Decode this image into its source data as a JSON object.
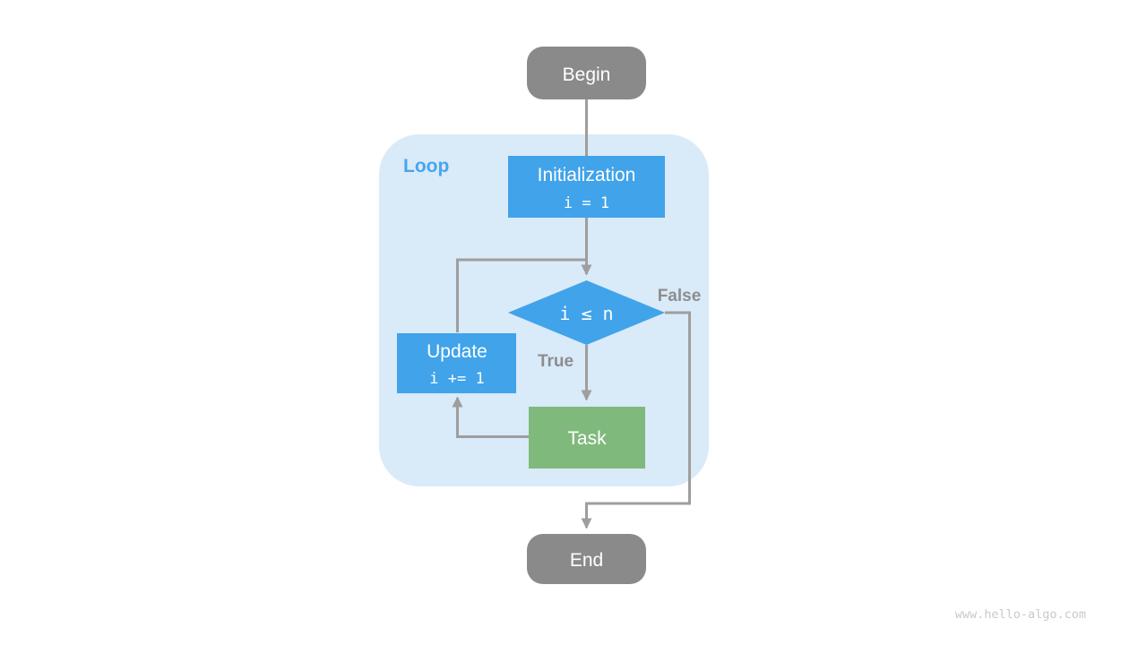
{
  "diagram": {
    "type": "flowchart",
    "loop_container": {
      "label": "Loop"
    },
    "nodes": {
      "begin": {
        "label": "Begin"
      },
      "initialization": {
        "label": "Initialization",
        "code": "i = 1"
      },
      "condition": {
        "code": "i ≤ n"
      },
      "update": {
        "label": "Update",
        "code": "i += 1"
      },
      "task": {
        "label": "Task"
      },
      "end": {
        "label": "End"
      }
    },
    "edge_labels": {
      "true_branch": "True",
      "false_branch": "False"
    },
    "colors": {
      "process_blue": "#41A3E9",
      "task_green": "#80B97C",
      "terminal_gray": "#8A8A8A",
      "loop_background": "#D9EAF9",
      "loop_label_blue": "#47A6EC",
      "arrow_gray": "#9E9E9E",
      "edge_label_gray": "#8D8D8D",
      "watermark_gray": "#C9C9C9"
    }
  },
  "watermark": {
    "text": "www.hello-algo.com"
  }
}
